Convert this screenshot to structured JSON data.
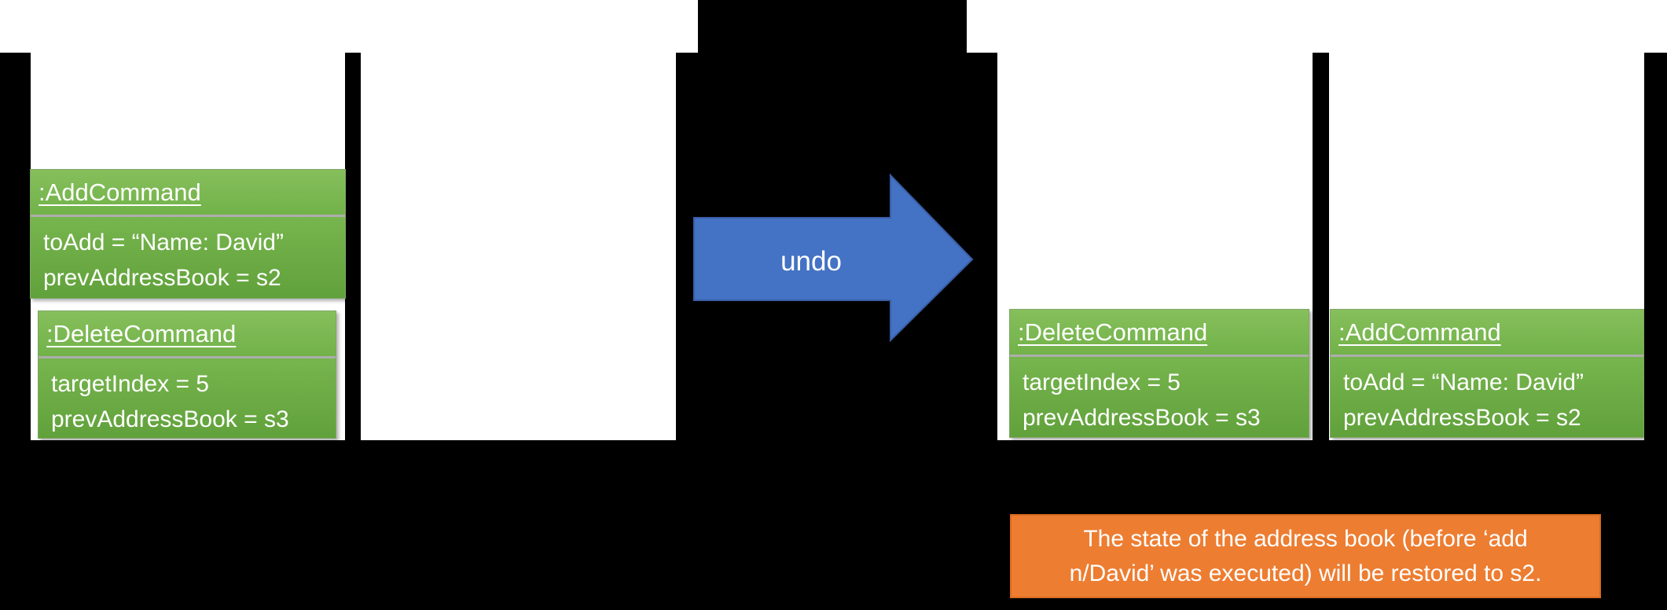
{
  "colors": {
    "command_box_green": "#70AD47",
    "command_box_border_green": "#7FA768",
    "command_separator_gray": "#ADADAD",
    "arrow_blue": "#4472C4",
    "arrow_border_blue": "#3A5EA5",
    "note_orange": "#ED7D31",
    "note_border_orange": "#D96B1F",
    "stack_fill_white": "#FFFFFF",
    "background_black": "#000000",
    "text_white": "#FFFFFF"
  },
  "commands": [
    {
      "title": ":AddCommand",
      "field1": "toAdd = “Name: David”",
      "field2": "prevAddressBook = s2"
    },
    {
      "title": ":DeleteCommand",
      "field1": "targetIndex = 5",
      "field2": "prevAddressBook = s3"
    },
    {
      "title": ":DeleteCommand",
      "field1": "targetIndex = 5",
      "field2": "prevAddressBook = s3"
    },
    {
      "title": ":AddCommand",
      "field1": "toAdd = “Name: David”",
      "field2": "prevAddressBook = s2"
    }
  ],
  "arrow": {
    "label": "undo"
  },
  "note": {
    "line1": "The state of the address book (before ‘add",
    "line2": "n/David’ was executed) will be restored to s2."
  }
}
